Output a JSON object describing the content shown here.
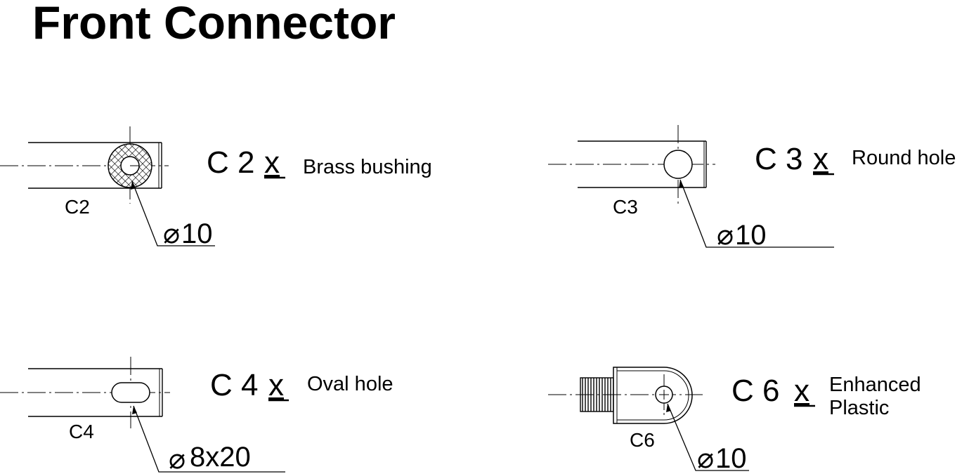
{
  "title": "Front Connector",
  "parts": [
    {
      "id": "c2",
      "code": "C 2",
      "x": "x",
      "description": "Brass bushing",
      "label": "C2",
      "dimension": "10"
    },
    {
      "id": "c3",
      "code": "C 3",
      "x": "x",
      "description": "Round hole",
      "label": "C3",
      "dimension": "10"
    },
    {
      "id": "c4",
      "code": "C 4",
      "x": "x",
      "description": "Oval hole",
      "label": "C4",
      "dimension": "8x20"
    },
    {
      "id": "c6",
      "code": "C 6",
      "x": "x",
      "description_line1": "Enhanced",
      "description_line2": "Plastic",
      "label": "C6",
      "dimension": "10"
    }
  ],
  "diameter_symbol": "⌀"
}
